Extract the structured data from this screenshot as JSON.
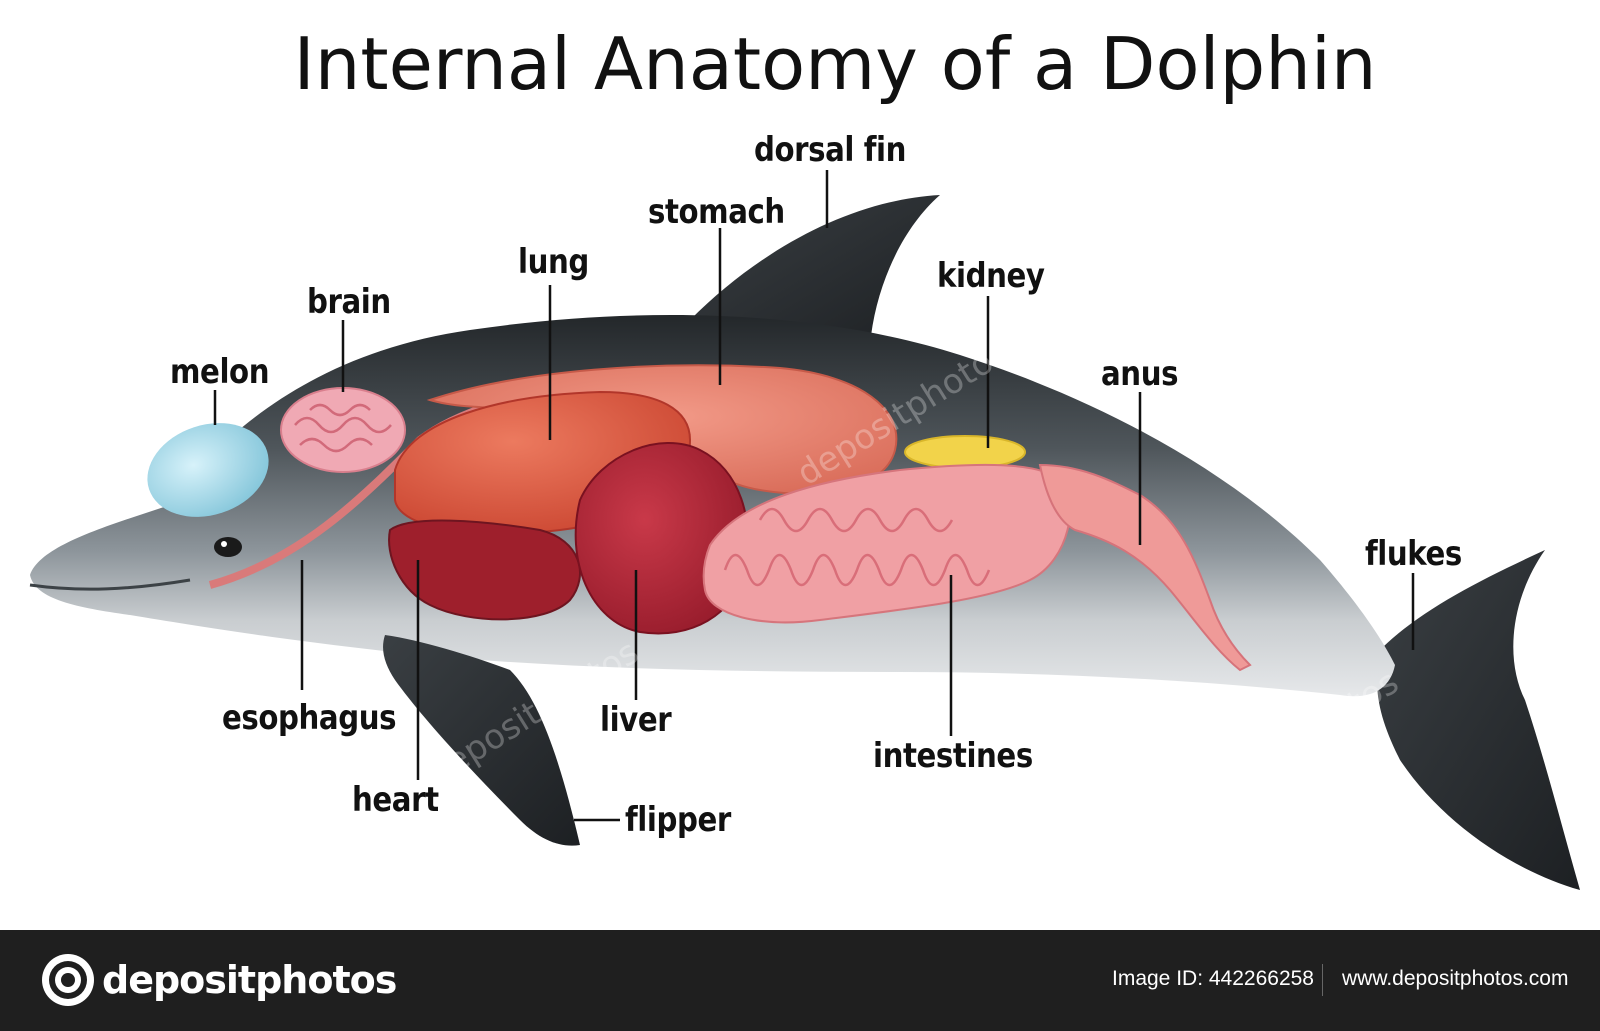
{
  "title": "Internal Anatomy of a Dolphin",
  "labels": {
    "dorsal_fin": "dorsal fin",
    "stomach": "stomach",
    "lung": "lung",
    "brain": "brain",
    "melon": "melon",
    "kidney": "kidney",
    "anus": "anus",
    "flukes": "flukes",
    "esophagus": "esophagus",
    "heart": "heart",
    "liver": "liver",
    "flipper": "flipper",
    "intestines": "intestines"
  },
  "watermark": "depositphotos",
  "footer": {
    "brand": "depositphotos",
    "image_id": "Image ID: 442266258",
    "site": "www.depositphotos.com"
  },
  "colors": {
    "body_dark": "#2f3336",
    "body_grey": "#8e969c",
    "belly": "#d9dcdf",
    "melon": "#9fd6e6",
    "brain": "#f0a9b4",
    "lung": "#d9523a",
    "stomach": "#e47c6b",
    "liver": "#b1273a",
    "heart": "#9e1f2c",
    "intestines": "#f0a0a4",
    "kidney": "#f2d34a",
    "footer_bg": "#1f1f1f"
  }
}
